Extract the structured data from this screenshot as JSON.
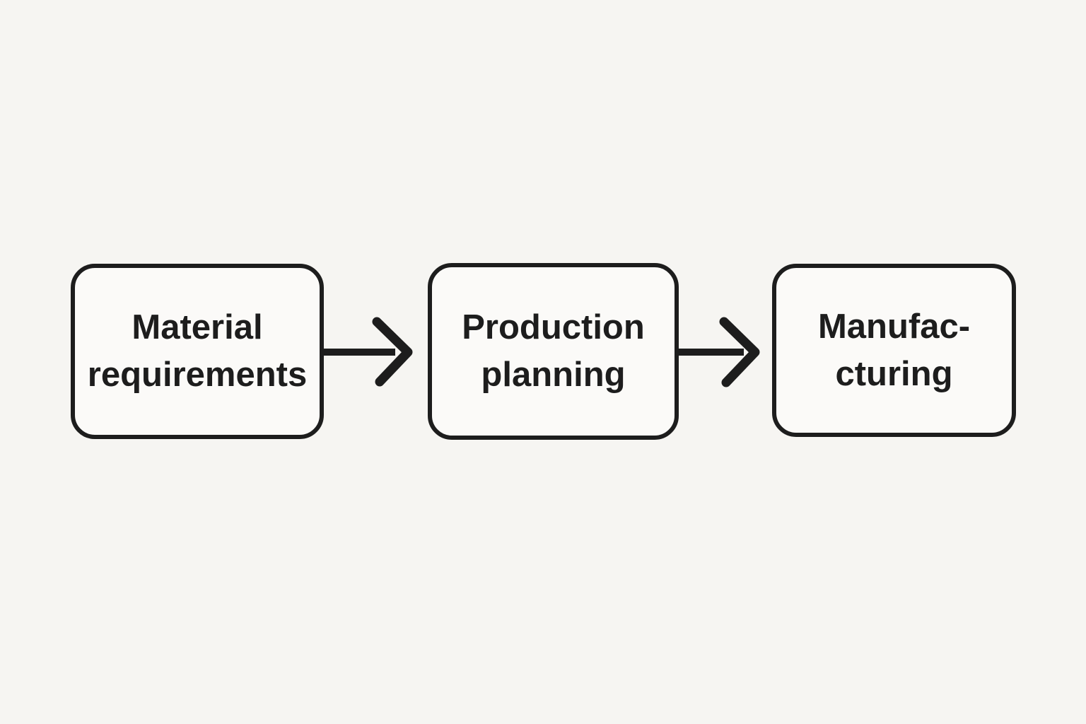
{
  "diagram": {
    "type": "flowchart",
    "direction": "left-to-right",
    "background_color": "#f6f5f2",
    "node_fill_color": "#fbfaf8",
    "stroke_color": "#1d1d1d",
    "nodes": [
      {
        "id": "material-requirements",
        "lines": [
          "Material",
          "requirements"
        ]
      },
      {
        "id": "production-planning",
        "lines": [
          "Production",
          "planning"
        ]
      },
      {
        "id": "manufacturing",
        "lines": [
          "Manufac-",
          "cturing"
        ]
      }
    ],
    "connectors": [
      {
        "from": "material-requirements",
        "to": "production-planning",
        "type": "arrow-right"
      },
      {
        "from": "production-planning",
        "to": "manufacturing",
        "type": "arrow-right"
      }
    ]
  }
}
